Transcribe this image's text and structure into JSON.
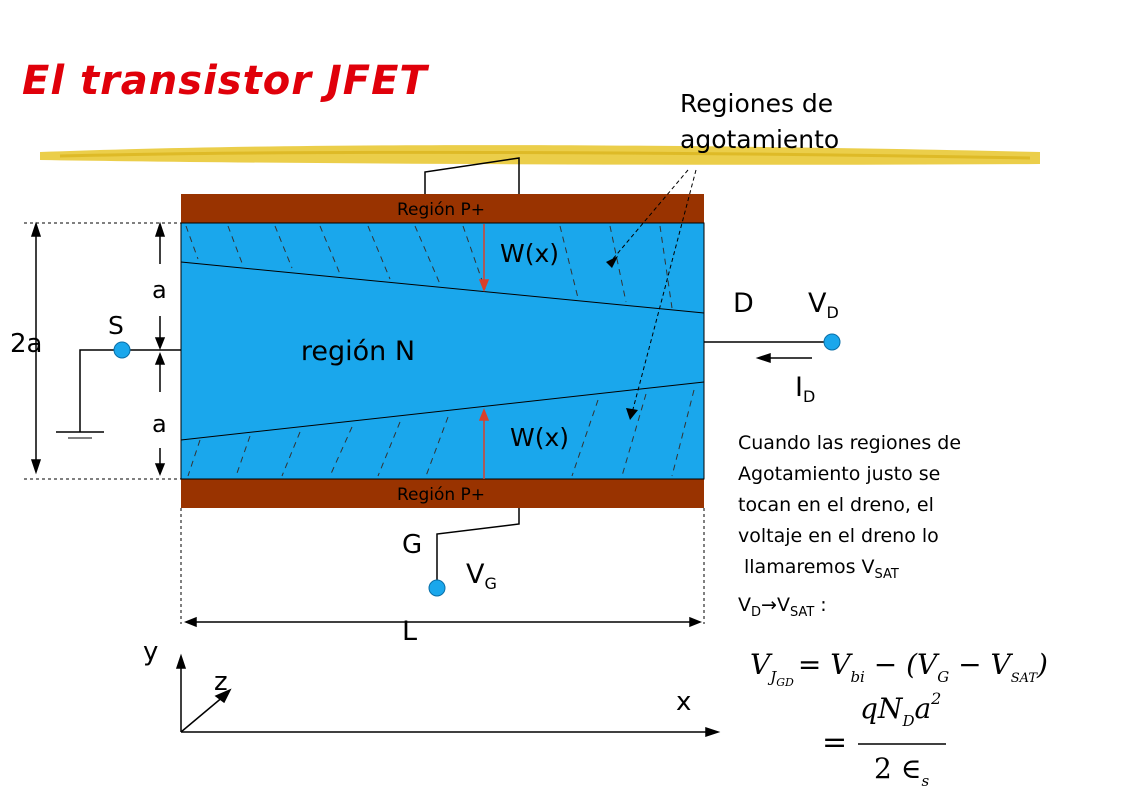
{
  "title": "El transistor JFET",
  "callout": {
    "line1": "Regiones de",
    "line2": "agotamiento"
  },
  "diagram": {
    "region_p_top": "Región P+",
    "region_p_bottom": "Región P+",
    "region_n": "región N",
    "w_top": "W(x)",
    "w_bottom": "W(x)",
    "a_top": "a",
    "a_bottom": "a",
    "two_a": "2a",
    "source": "S",
    "drain": "D",
    "gate": "G",
    "vd": "V",
    "vd_sub": "D",
    "id": "I",
    "id_sub": "D",
    "vg": "V",
    "vg_sub": "G",
    "length": "L",
    "axis_y": "y",
    "axis_z": "z",
    "axis_x": "x"
  },
  "colors": {
    "title": "#e0000a",
    "p_region": "#993300",
    "n_region": "#1aa7ec",
    "contact": "#1aa7ec",
    "highlight": "#e8c62a"
  },
  "note": {
    "line1": "Cuando las regiones de",
    "line2": "Agotamiento justo se",
    "line3": "tocan en el dreno, el",
    "line4": "voltaje en el dreno lo",
    "line5_text": "llamaremos V",
    "line5_sub": "SAT",
    "line6_v": "V",
    "line6_vsub": "D",
    "line6_arrow": "→",
    "line6_v2": "V",
    "line6_v2sub": "SAT",
    "line6_colon": " :"
  },
  "equation": {
    "lhs_v": "V",
    "lhs_sub": "J",
    "lhs_subsub": "GD",
    "rhs1": "= V",
    "rhs1_sub": "bi",
    "rhs1_rest": " − (V",
    "rhs1_g_sub": "G",
    "rhs1_minus": " − V",
    "rhs1_sat_sub": "SAT",
    "rhs1_close": ")",
    "eq2": "=",
    "num_q": "qN",
    "num_sub": "D",
    "num_a": "a",
    "num_exp": "2",
    "den": "2 ∈",
    "den_sub": "s"
  }
}
